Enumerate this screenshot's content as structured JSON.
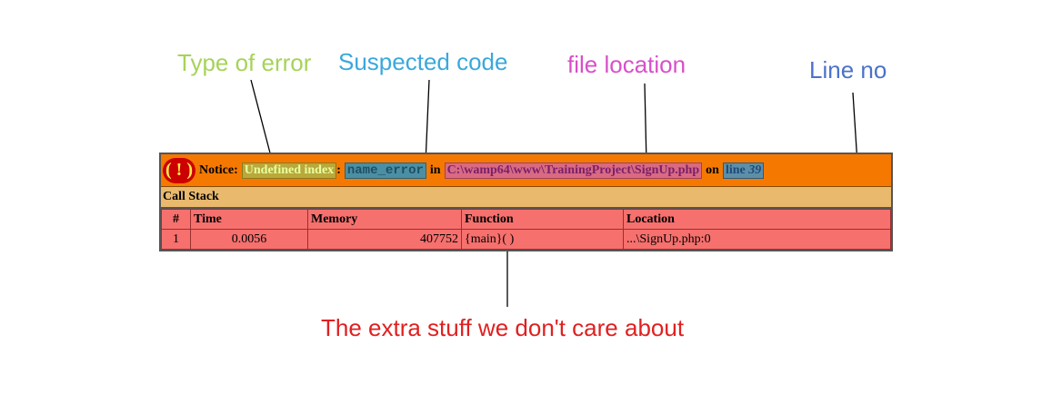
{
  "annotations": {
    "type_of_error": "Type of error",
    "suspected_code": "Suspected code",
    "file_location": "file location",
    "line_no": "Line no",
    "extra_stuff": "The extra stuff we don't care about"
  },
  "xdebug": {
    "icon_text": "( ! )",
    "notice_label": "Notice:",
    "error_type": "Undefined index",
    "colon": ":",
    "suspected_code": "name_error",
    "in_word": "in",
    "file_path": "C:\\wamp64\\www\\TrainingProject\\SignUp.php",
    "on_word": "on",
    "line_word": "line",
    "line_number": "39",
    "call_stack_title": "Call Stack",
    "columns": [
      "#",
      "Time",
      "Memory",
      "Function",
      "Location"
    ],
    "rows": [
      [
        "1",
        "0.0056",
        "407752",
        "{main}( )",
        "...\\SignUp.php:0"
      ]
    ]
  },
  "colors": {
    "type_annotation": "#a6d35a",
    "code_annotation": "#3ba8db",
    "file_annotation": "#d94fc8",
    "line_annotation": "#4a72c9",
    "extra_annotation": "#e02020",
    "notice_bar": "#f57900",
    "call_stack_bar": "#e9b96e",
    "table_cells": "#f6706e"
  }
}
